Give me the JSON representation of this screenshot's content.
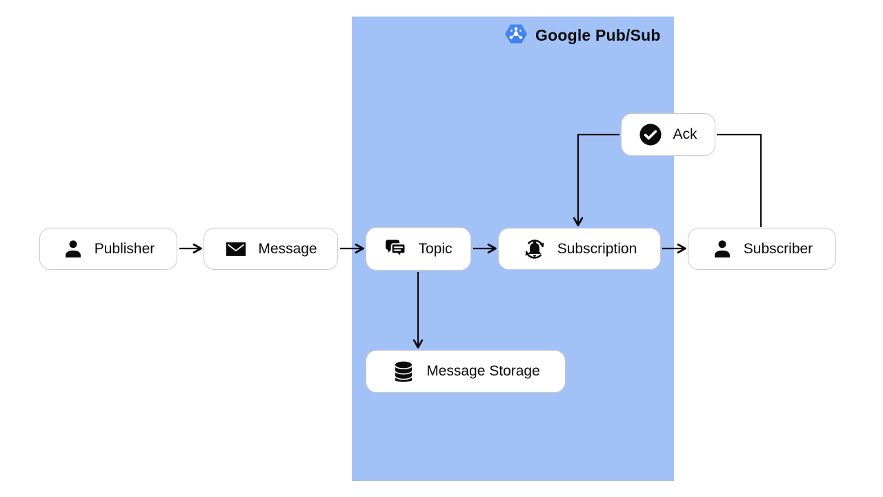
{
  "title": {
    "label": "Google Pub/Sub",
    "icon": "pubsub-hexagon-icon"
  },
  "panel": {
    "name": "Google Pub/Sub boundary",
    "color": "#a2c1f7"
  },
  "nodes": [
    {
      "id": "publisher",
      "label": "Publisher",
      "icon": "person-icon"
    },
    {
      "id": "message",
      "label": "Message",
      "icon": "envelope-icon"
    },
    {
      "id": "topic",
      "label": "Topic",
      "icon": "chat-bubbles-icon"
    },
    {
      "id": "subscription",
      "label": "Subscription",
      "icon": "bell-sync-icon"
    },
    {
      "id": "subscriber",
      "label": "Subscriber",
      "icon": "person-icon"
    },
    {
      "id": "ack",
      "label": "Ack",
      "icon": "check-circle-icon"
    },
    {
      "id": "message_storage",
      "label": "Message Storage",
      "icon": "database-icon"
    }
  ],
  "edges": [
    {
      "from": "publisher",
      "to": "message",
      "arrowhead": true
    },
    {
      "from": "message",
      "to": "topic",
      "arrowhead": true
    },
    {
      "from": "topic",
      "to": "subscription",
      "arrowhead": true
    },
    {
      "from": "subscription",
      "to": "subscriber",
      "arrowhead": true
    },
    {
      "from": "topic",
      "to": "message_storage",
      "arrowhead": true
    },
    {
      "from": "ack",
      "to": "subscription",
      "arrowhead": true
    },
    {
      "from": "subscriber",
      "to": "ack",
      "arrowhead": false
    }
  ],
  "colors": {
    "panel_blue": "#a2c1f7",
    "hexagon_blue": "#4285f4",
    "hexagon_shade": "#3b78e7",
    "node_border": "#c9c9c9",
    "node_fill": "#ffffff",
    "line_black": "#0a0a0a"
  }
}
